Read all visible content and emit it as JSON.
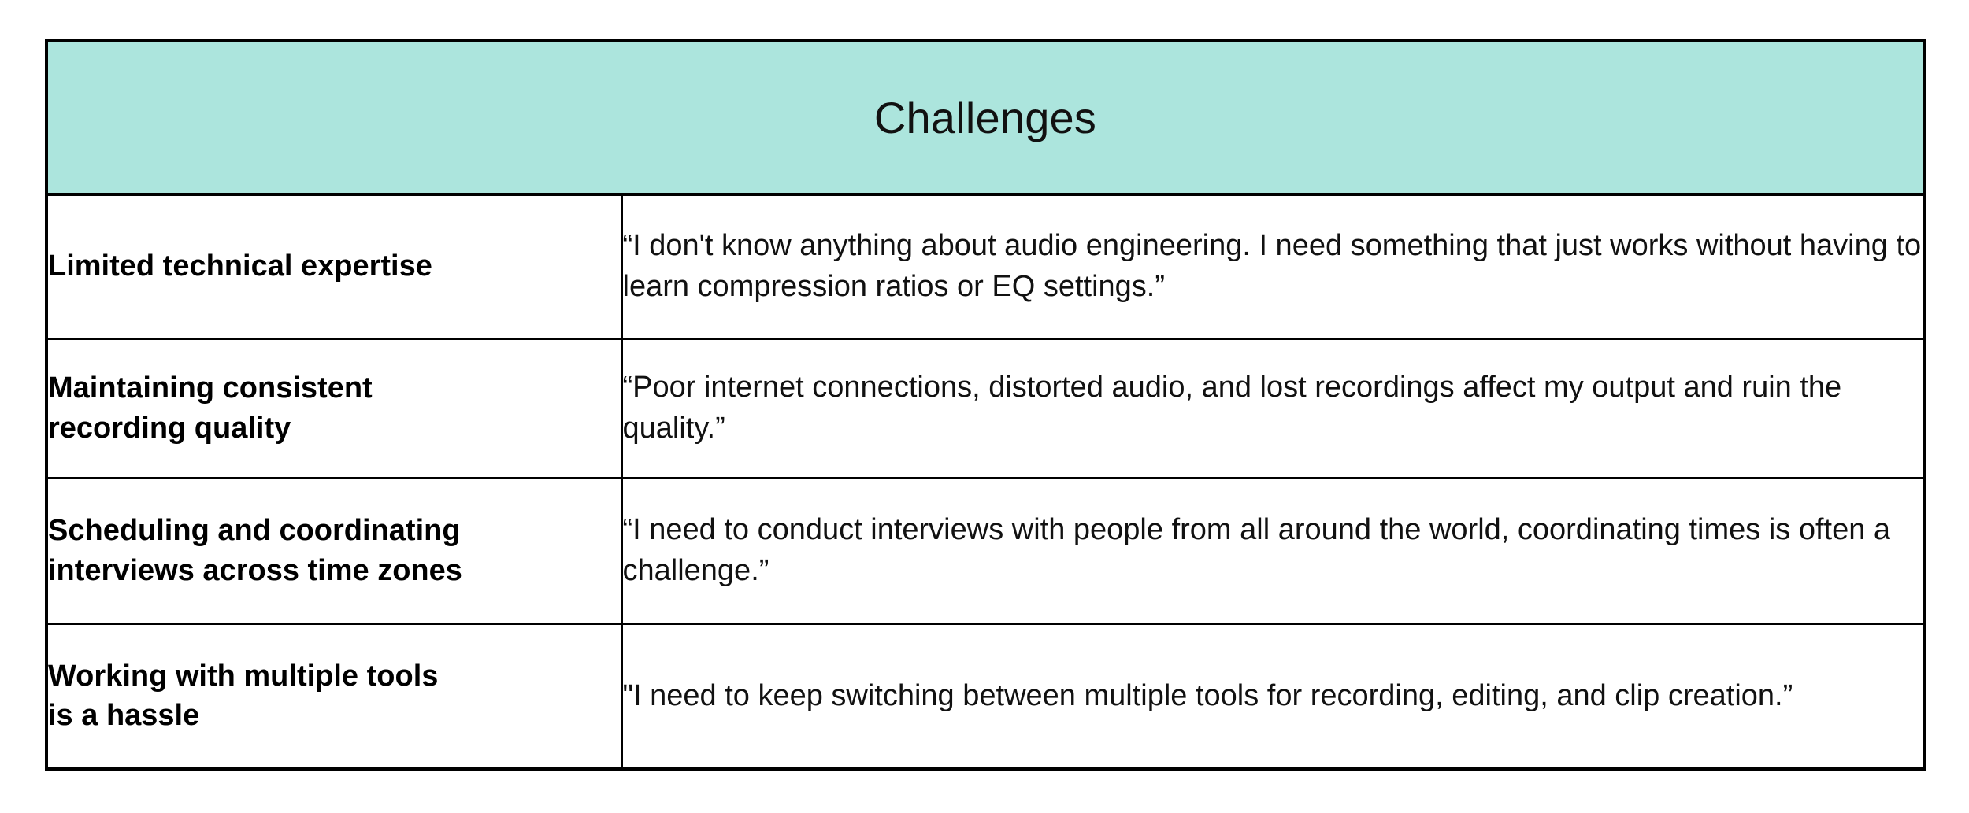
{
  "table": {
    "header": {
      "title": "Challenges"
    },
    "columns": [
      {
        "key": "challenge",
        "header": ""
      },
      {
        "key": "quote",
        "header": ""
      }
    ],
    "rows": [
      {
        "challenge": "Limited technical expertise",
        "quote": "“I don't know anything about audio engineering. I need something that just works without having to learn compression ratios or EQ settings.”"
      },
      {
        "challenge": "Maintaining consistent\n recording quality",
        "quote": "“Poor internet connections, distorted audio, and lost recordings affect my output and ruin the quality.”"
      },
      {
        "challenge": "Scheduling and coordinating\ninterviews across time zones",
        "quote": "“I need to conduct interviews with people from all around the world, coordinating times is often a challenge.”"
      },
      {
        "challenge": "Working with multiple tools\nis a hassle",
        "quote": "\"I need to keep switching between multiple tools for recording, editing, and clip creation.”"
      }
    ]
  },
  "colors": {
    "header_background": "#ACE5DD",
    "border": "#000000",
    "text": "#111111",
    "page_background": "#FFFFFF"
  }
}
